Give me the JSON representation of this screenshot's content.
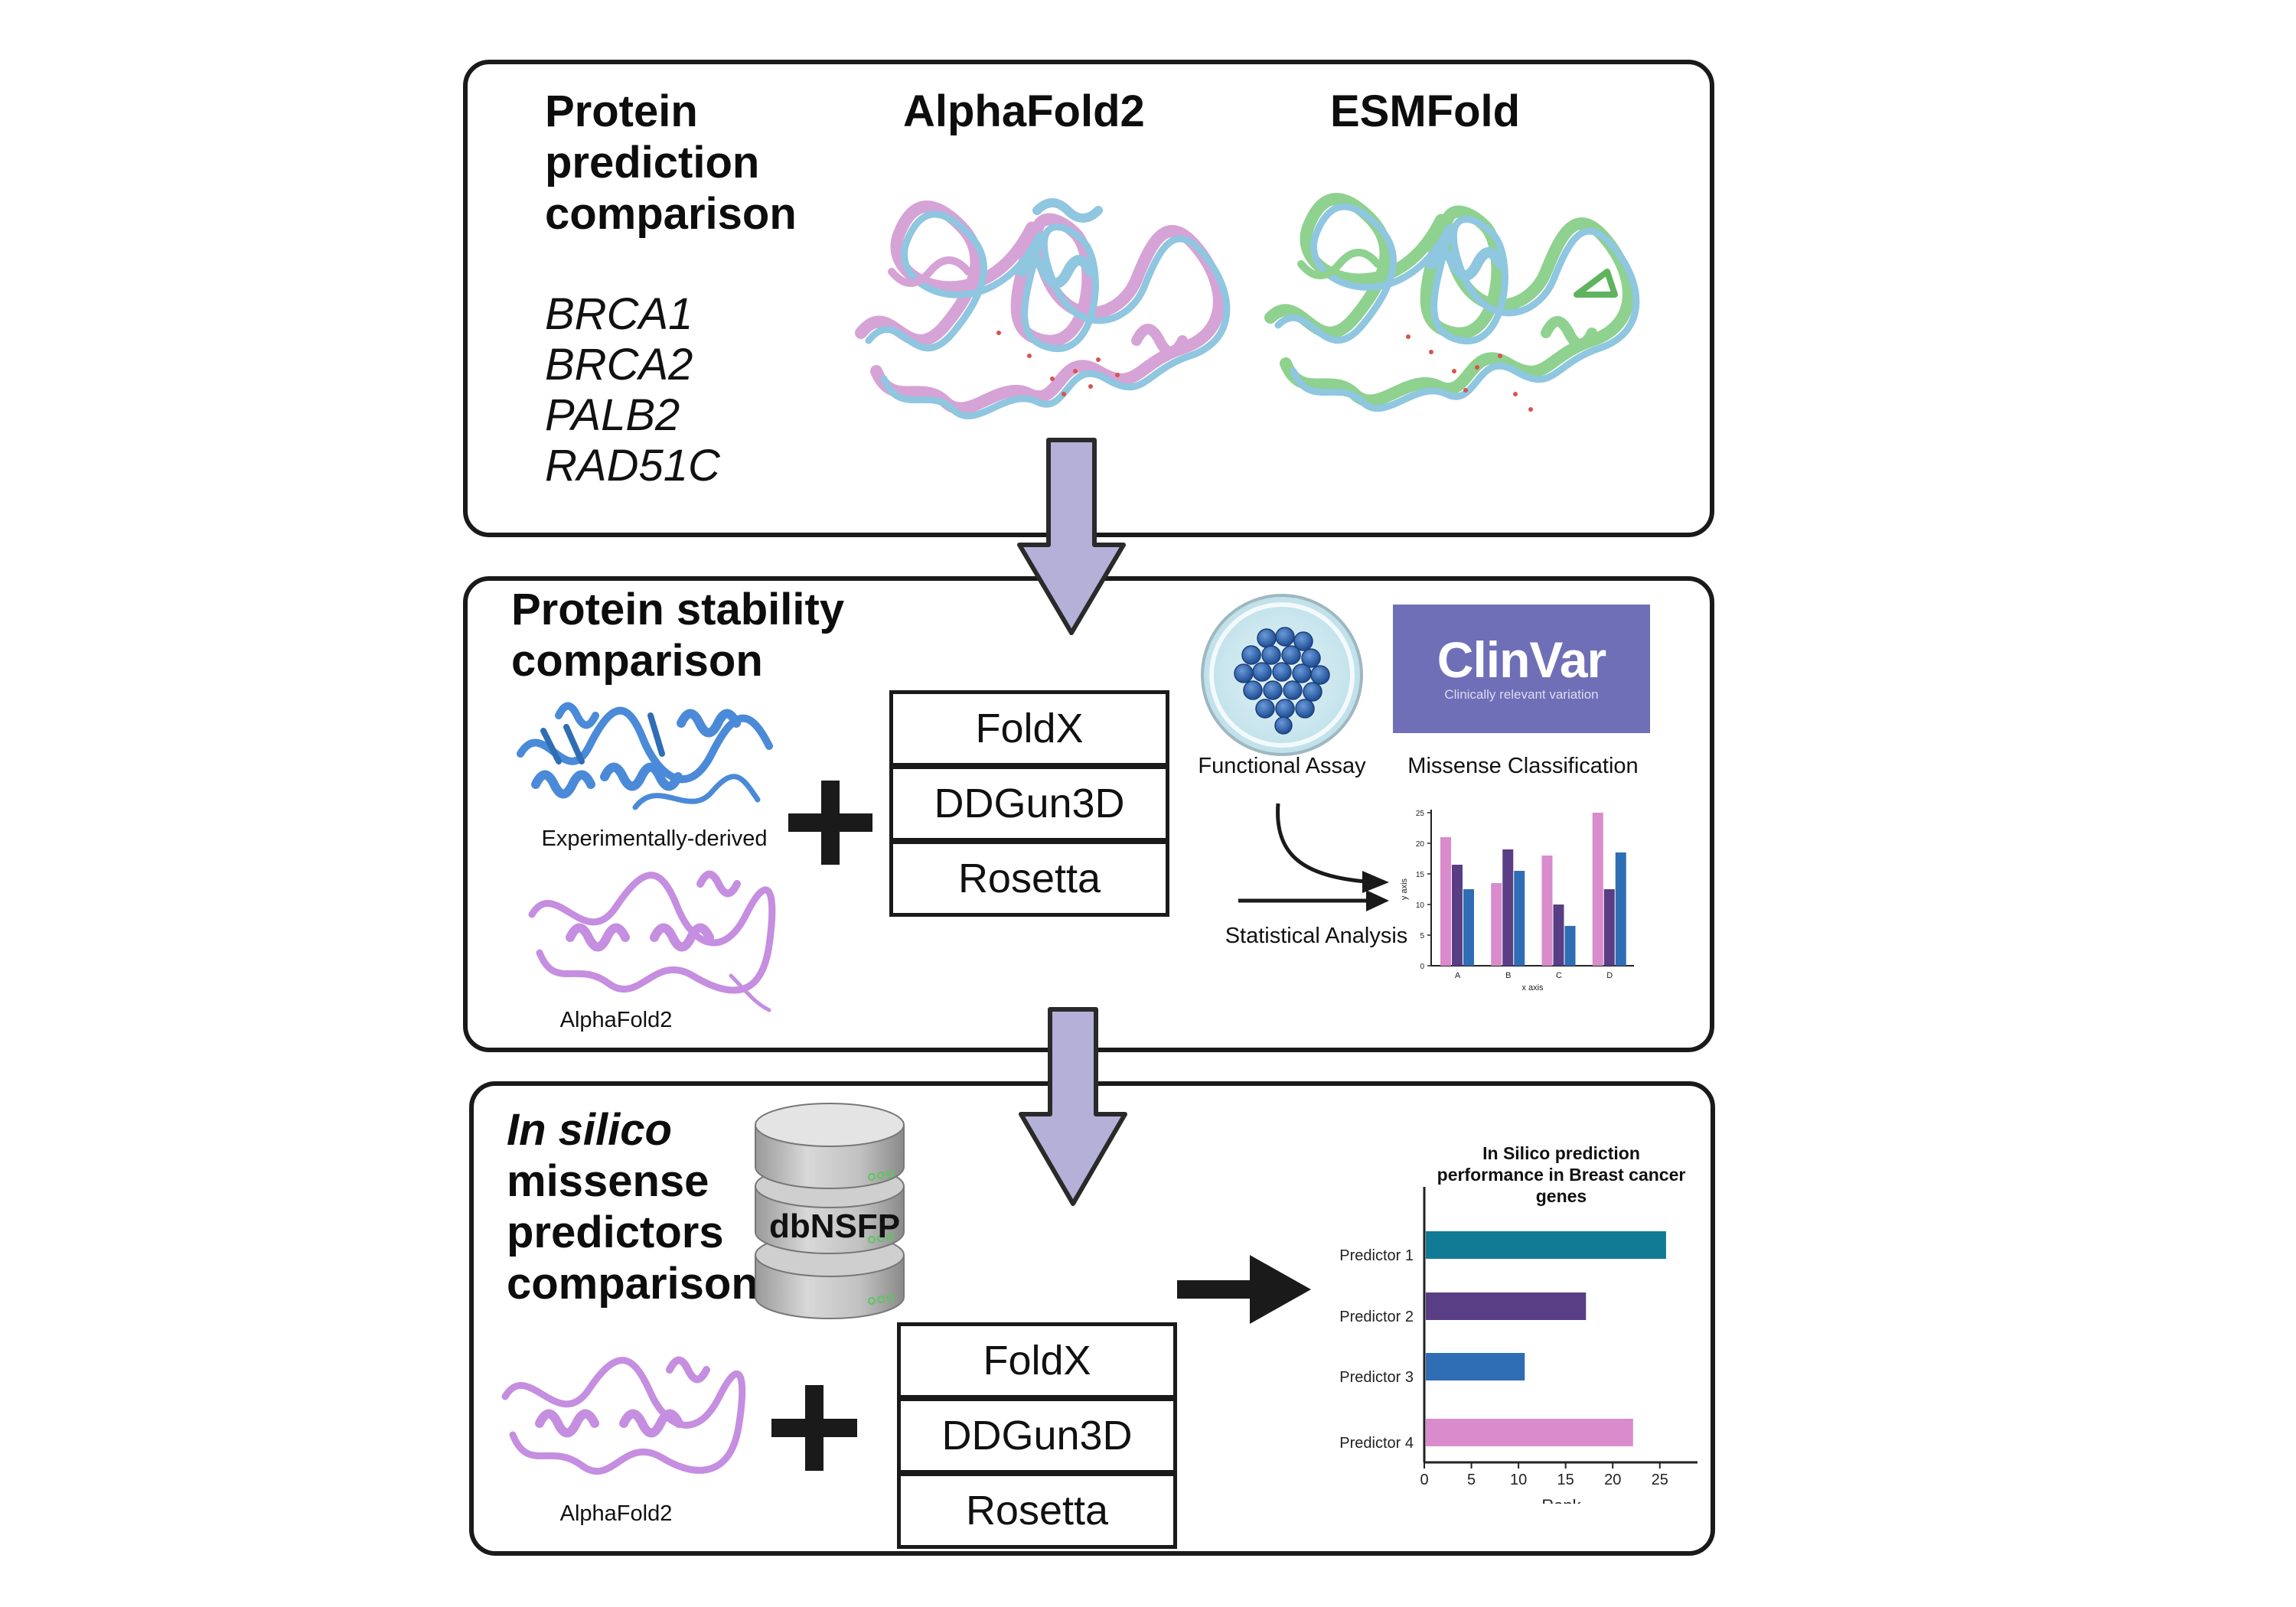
{
  "panel1": {
    "title_lines": [
      "Protein",
      "prediction",
      "comparison"
    ],
    "genes": [
      "BRCA1",
      "BRCA2",
      "PALB2",
      "RAD51C"
    ],
    "structure_labels": [
      "AlphaFold2",
      "ESMFold"
    ]
  },
  "panel2": {
    "title_lines": [
      "Protein stability",
      "comparison"
    ],
    "experimental_label": "Experimentally-derived",
    "alphafold_label": "AlphaFold2",
    "tools": [
      "FoldX",
      "DDGun3D",
      "Rosetta"
    ],
    "functional_assay_label": "Functional Assay",
    "clinvar_logo": "ClinVar",
    "clinvar_tagline": "Clinically relevant variation",
    "missense_label": "Missense Classification",
    "statistical_label": "Statistical Analysis",
    "mini_chart": {
      "ylabel": "y axis",
      "xlabel": "x axis",
      "y_ticks": [
        "0",
        "5",
        "10",
        "15",
        "20",
        "25"
      ],
      "categories": [
        "A",
        "B",
        "C",
        "D"
      ]
    }
  },
  "panel3": {
    "title_italic": "In silico",
    "title_lines": [
      "missense",
      "predictors",
      "comparison"
    ],
    "db_label": "dbNSFP",
    "alphafold_label": "AlphaFold2",
    "tools": [
      "FoldX",
      "DDGun3D",
      "Rosetta"
    ]
  },
  "colors": {
    "arrow_fill": "#b4b0d8",
    "bar_pink": "#d98bcc",
    "bar_purple": "#5a3e85",
    "bar_blue": "#2f6db5",
    "bar_teal": "#117a94",
    "clinvar_bg": "#6f6fb8"
  },
  "chart_data": [
    {
      "type": "bar",
      "categories": [
        "A",
        "B",
        "C",
        "D"
      ],
      "series": [
        {
          "values": [
            21,
            13.5,
            18,
            25
          ]
        },
        {
          "values": [
            16.5,
            19,
            10,
            12.5
          ]
        },
        {
          "values": [
            12.5,
            15.5,
            6.5,
            18.5
          ]
        }
      ],
      "xlabel": "x axis",
      "ylabel": "y axis",
      "ylim": [
        0,
        25
      ],
      "y_ticks": [
        0,
        5,
        10,
        15,
        20,
        25
      ],
      "grid": false,
      "legend": "none"
    },
    {
      "type": "bar",
      "orientation": "horizontal",
      "title": "In Silico prediction performance in Breast cancer genes",
      "categories": [
        "Predictor 1",
        "Predictor 2",
        "Predictor 3",
        "Predictor 4"
      ],
      "values": [
        25.5,
        17,
        10.5,
        22
      ],
      "xlabel": "Rank",
      "xlim": [
        0,
        29
      ],
      "x_ticks": [
        0,
        5,
        10,
        15,
        20,
        25
      ],
      "grid": false,
      "legend": "none"
    }
  ]
}
